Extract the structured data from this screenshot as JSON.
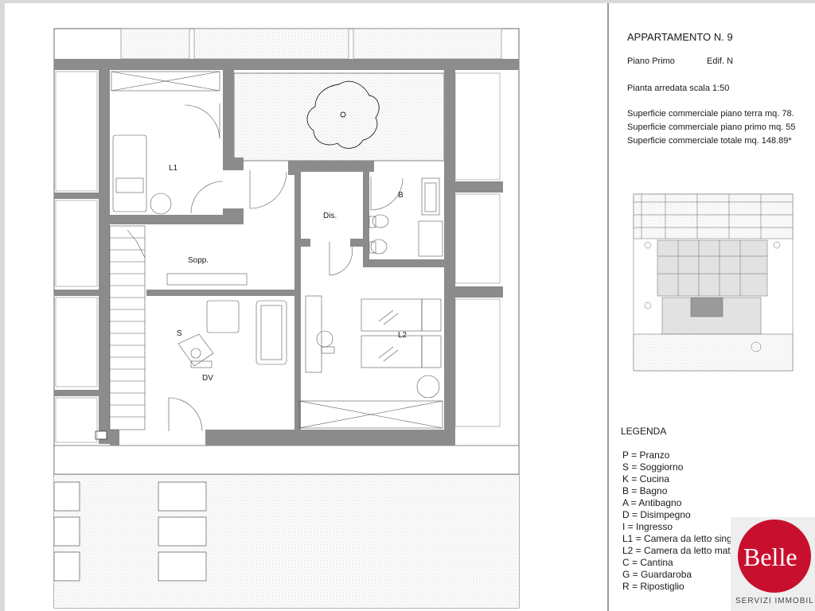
{
  "header": {
    "title": "APPARTAMENTO N. 9",
    "floor": "Piano Primo",
    "building": "Edif. N",
    "scale": "Pianta arredata scala 1:50",
    "areas": [
      "Superficie commerciale piano terra mq. 78.",
      "Superficie commerciale piano primo mq. 55",
      "Superficie commerciale totale mq. 148.89*"
    ]
  },
  "plan": {
    "rooms": {
      "l1": "L1",
      "b": "B",
      "dis": "Dis.",
      "sopp": "Sopp.",
      "s": "S",
      "l2": "L2",
      "dv": "DV"
    }
  },
  "legend": {
    "title": "LEGENDA",
    "items": [
      "P = Pranzo",
      "S = Soggiorno",
      "K = Cucina",
      "B = Bagno",
      "A = Antibagno",
      "D = Disimpegno",
      "I = Ingresso",
      "L1 = Camera da letto sing",
      "L2 = Camera da letto mat",
      "C = Cantina",
      "G = Guardaroba",
      "R = Ripostiglio"
    ]
  },
  "logo": {
    "name": "Belle",
    "tagline": "SERVIZI IMMOBIL"
  },
  "colors": {
    "wall": "#8c8c8c",
    "background": "#d9d9d9",
    "sheet": "#ffffff",
    "logo_red": "#c8102e",
    "highlight": "#9a9a9a"
  }
}
